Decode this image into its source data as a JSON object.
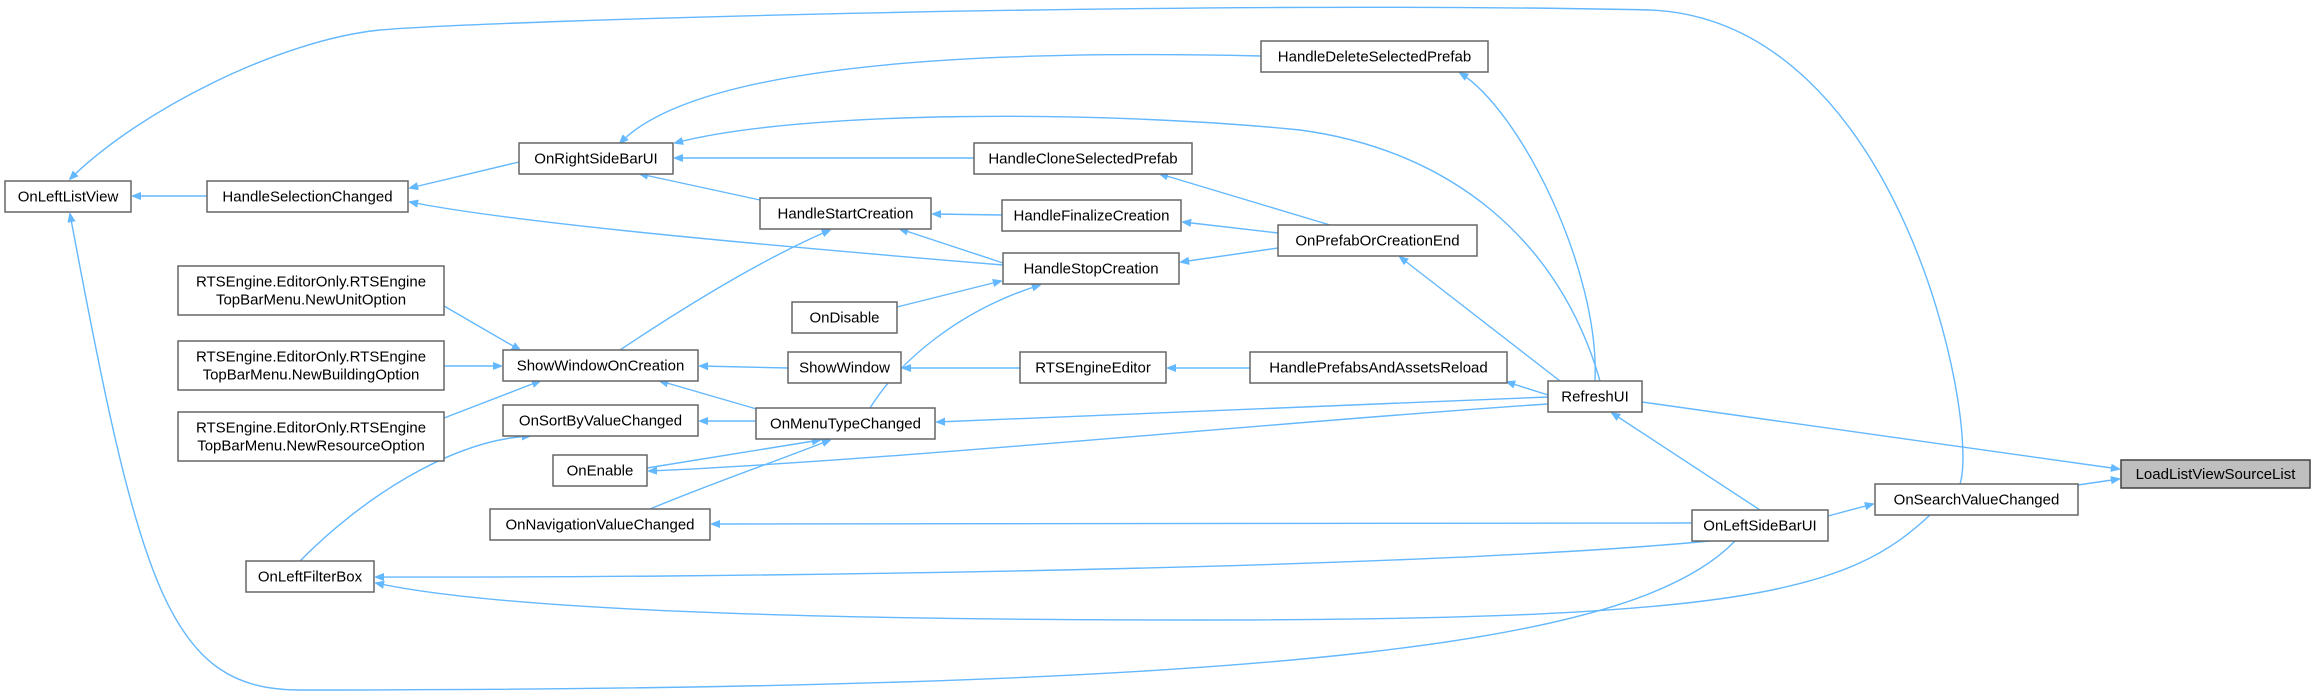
{
  "graph": {
    "edge_color": "#63b8ff",
    "node_fill": "#ffffff",
    "root_fill": "#bfbfbf",
    "nodes": {
      "root": [
        "LoadListViewSourceList"
      ],
      "onsearch": [
        "OnSearchValueChanged"
      ],
      "refreshui": [
        "RefreshUI"
      ],
      "onleftsidebar": [
        "OnLeftSideBarUI"
      ],
      "onleftlistview": [
        "OnLeftListView"
      ],
      "handleselection": [
        "HandleSelectionChanged"
      ],
      "onrightsidebar": [
        "OnRightSideBarUI"
      ],
      "handledelete": [
        "HandleDeleteSelectedPrefab"
      ],
      "handleclone": [
        "HandleCloneSelectedPrefab"
      ],
      "handlestartcreation": [
        "HandleStartCreation"
      ],
      "handlefinalize": [
        "HandleFinalizeCreation"
      ],
      "onprefaborcreation": [
        "OnPrefabOrCreationEnd"
      ],
      "handlestopcreation": [
        "HandleStopCreation"
      ],
      "ondisable": [
        "OnDisable"
      ],
      "newunit": [
        "RTSEngine.EditorOnly.RTSEngine",
        "TopBarMenu.NewUnitOption"
      ],
      "newbuilding": [
        "RTSEngine.EditorOnly.RTSEngine",
        "TopBarMenu.NewBuildingOption"
      ],
      "newresource": [
        "RTSEngine.EditorOnly.RTSEngine",
        "TopBarMenu.NewResourceOption"
      ],
      "showwindowoncreation": [
        "ShowWindowOnCreation"
      ],
      "showwindow": [
        "ShowWindow"
      ],
      "rtsengineeditor": [
        "RTSEngineEditor"
      ],
      "handleprefabs": [
        "HandlePrefabsAndAssetsReload"
      ],
      "onsortby": [
        "OnSortByValueChanged"
      ],
      "onmenutype": [
        "OnMenuTypeChanged"
      ],
      "onenable": [
        "OnEnable"
      ],
      "onnavigation": [
        "OnNavigationValueChanged"
      ],
      "onleftfilterbox": [
        "OnLeftFilterBox"
      ]
    }
  }
}
